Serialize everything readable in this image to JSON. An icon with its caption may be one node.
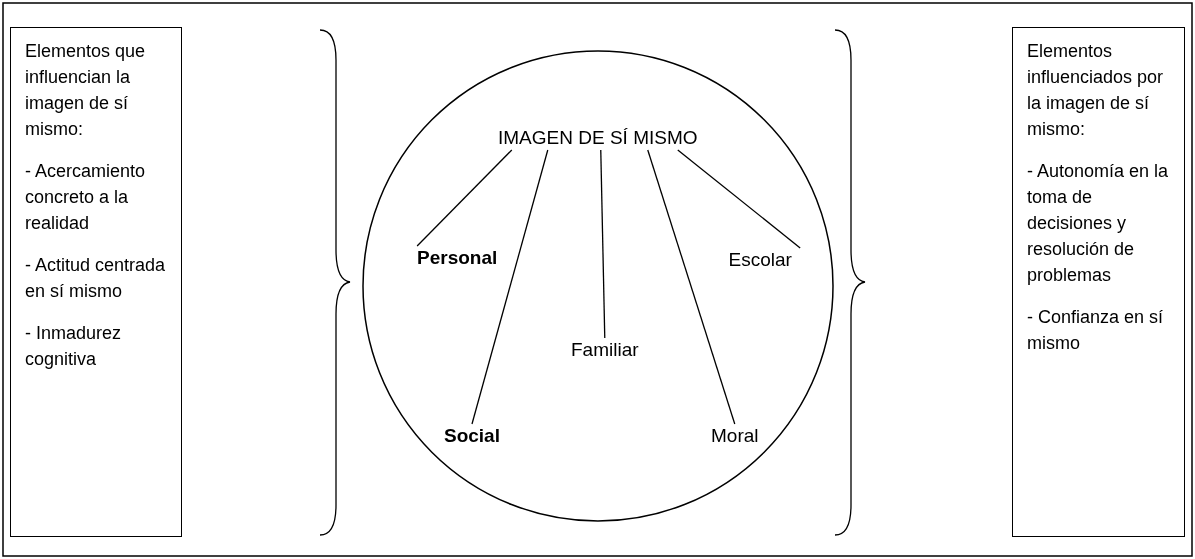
{
  "diagram": {
    "nodes": [
      {
        "text": [
          "Elementos que influencian la imagen de sí mismo:",
          "- Acercamiento concreto a la realidad",
          "- Actitud centrada en sí mismo",
          "- Inmadurez cognitiva"
        ]
      },
      {
        "text": [],
        "shape": "circle"
      },
      {
        "text": [
          "IMAGEN DE SÍ MISMO"
        ],
        "in": 1
      },
      {
        "text": [
          "Personal"
        ],
        "in": 1
      },
      {
        "text": [
          "Escolar"
        ],
        "in": 1
      },
      {
        "text": [
          "Familiar"
        ],
        "in": 1
      },
      {
        "text": [
          "Social"
        ],
        "in": 1
      },
      {
        "text": [
          "Moral"
        ],
        "in": 1
      },
      {
        "text": [
          "Elementos influenciados por la imagen de sí mismo:",
          "- Autonomía en la toma de decisiones y resolución de problemas",
          "- Confianza en sí mismo"
        ]
      }
    ],
    "edges": [
      {
        "from": 2,
        "to": 3,
        "arrow": "none"
      },
      {
        "from": 2,
        "to": 6,
        "arrow": "none"
      },
      {
        "from": 2,
        "to": 5,
        "arrow": "none"
      },
      {
        "from": 2,
        "to": 7,
        "arrow": "none"
      },
      {
        "from": 2,
        "to": 4,
        "arrow": "none"
      }
    ]
  }
}
